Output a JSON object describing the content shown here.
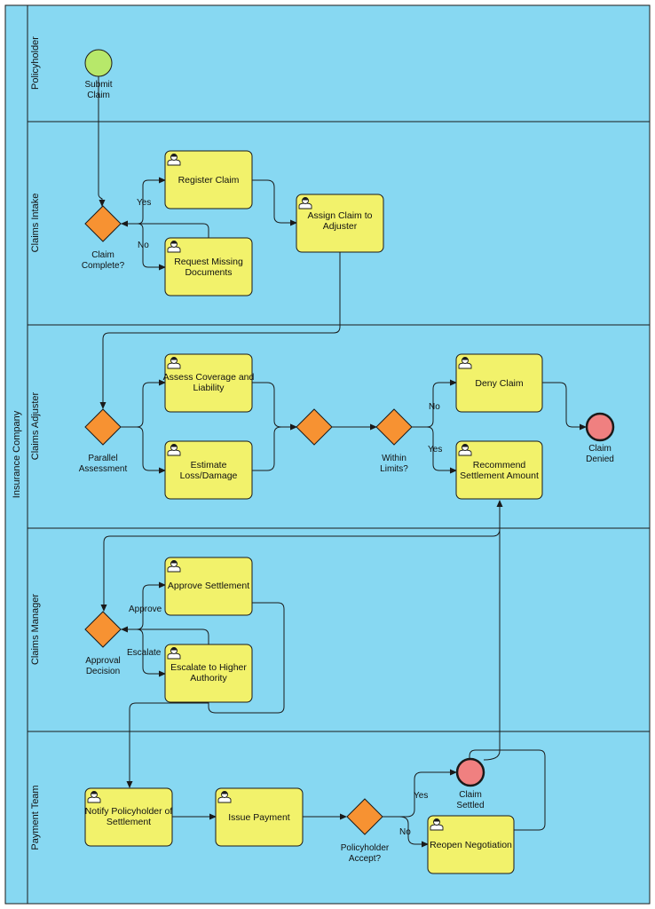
{
  "pool": {
    "label": "Insurance Company"
  },
  "lanes": [
    {
      "id": "policyholder",
      "label": "Policyholder"
    },
    {
      "id": "intake",
      "label": "Claims Intake"
    },
    {
      "id": "adjuster",
      "label": "Claims Adjuster"
    },
    {
      "id": "manager",
      "label": "Claims Manager"
    },
    {
      "id": "payment",
      "label": "Payment Team"
    }
  ],
  "events": {
    "start": {
      "label": [
        "Submit",
        "Claim"
      ],
      "color": "#b7e86a"
    },
    "denied": {
      "label": [
        "Claim",
        "Denied"
      ],
      "color": "#f08080"
    },
    "settled": {
      "label": [
        "Claim",
        "Settled"
      ],
      "color": "#f08080"
    }
  },
  "tasks": {
    "register": [
      "Register Claim"
    ],
    "request_docs": [
      "Request Missing",
      "Documents"
    ],
    "assign": [
      "Assign Claim to",
      "Adjuster"
    ],
    "assess": [
      "Assess Coverage and",
      "Liability"
    ],
    "estimate": [
      "Estimate",
      "Loss/Damage"
    ],
    "deny": [
      "Deny Claim"
    ],
    "recommend": [
      "Recommend",
      "Settlement Amount"
    ],
    "approve": [
      "Approve Settlement"
    ],
    "escalate": [
      "Escalate to Higher",
      "Authority"
    ],
    "notify": [
      "Notify Policyholder of",
      "Settlement"
    ],
    "issue": [
      "Issue Payment"
    ],
    "reopen": [
      "Reopen Negotiation"
    ]
  },
  "gateways": {
    "complete": [
      "Claim",
      "Complete?"
    ],
    "parallel": [
      "Parallel",
      "Assessment"
    ],
    "join": [],
    "limits": [
      "Within",
      "Limits?"
    ],
    "approval": [
      "Approval",
      "Decision"
    ],
    "accept": [
      "Policyholder",
      "Accept?"
    ]
  },
  "flow_labels": {
    "complete_yes": "Yes",
    "complete_no": "No",
    "limits_no": "No",
    "limits_yes": "Yes",
    "approval_approve": "Approve",
    "approval_escalate": "Escalate",
    "accept_yes": "Yes",
    "accept_no": "No"
  },
  "colors": {
    "lane_fill": "#87d8f2",
    "task_fill": "#f2f26b",
    "gateway_fill": "#f79232",
    "stroke": "#1a1a1a"
  }
}
